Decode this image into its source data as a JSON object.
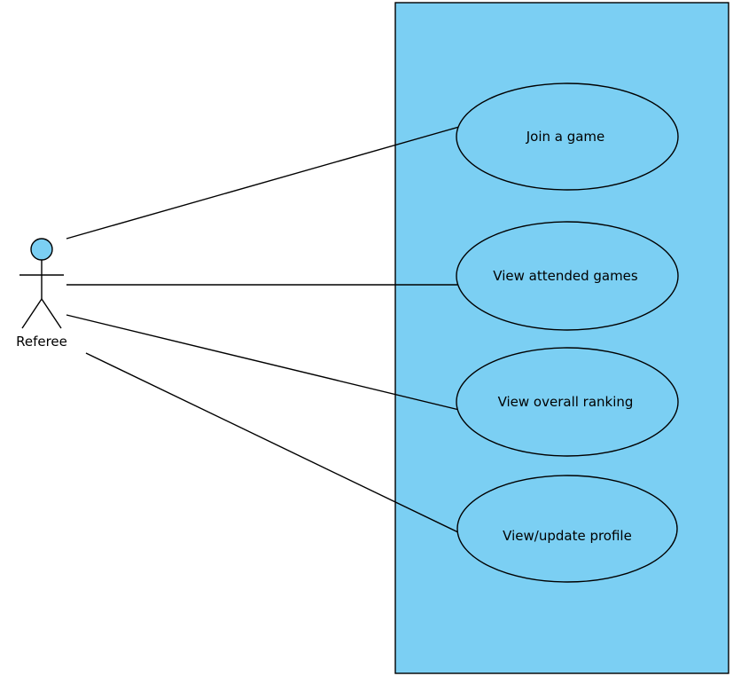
{
  "diagram": {
    "type": "use-case",
    "colors": {
      "system_fill": "#7bcff3",
      "usecase_fill": "#7bcff3",
      "actor_head_fill": "#7bcff3",
      "stroke": "#000000",
      "background": "#ffffff"
    },
    "actor": {
      "label": "Referee"
    },
    "use_cases": [
      {
        "label": "Join a game"
      },
      {
        "label": "View attended games"
      },
      {
        "label": "View overall ranking"
      },
      {
        "label": "View/update profile"
      }
    ],
    "associations": [
      {
        "from": "Referee",
        "to": "Join a game"
      },
      {
        "from": "Referee",
        "to": "View attended games"
      },
      {
        "from": "Referee",
        "to": "View overall ranking"
      },
      {
        "from": "Referee",
        "to": "View/update profile"
      }
    ]
  }
}
